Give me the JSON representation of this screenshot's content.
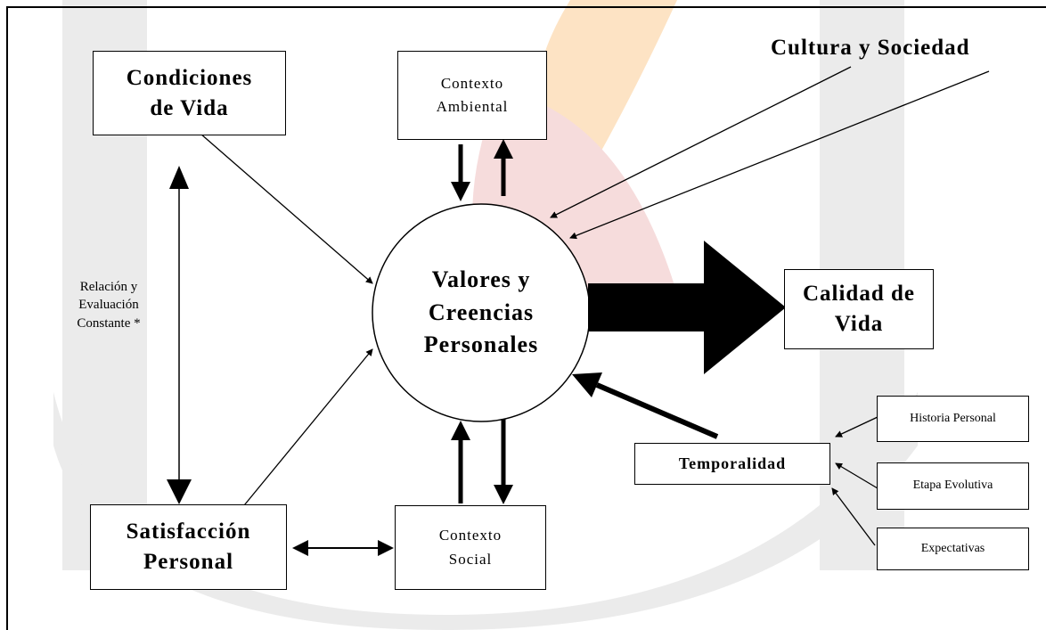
{
  "diagram": {
    "center": "Valores y\nCreencias\nPersonales",
    "nodes": {
      "condiciones_vida": "Condiciones\nde Vida",
      "contexto_ambiental": "Contexto\nAmbiental",
      "cultura_sociedad": "Cultura y Sociedad",
      "calidad_vida": "Calidad de\nVida",
      "satisfaccion_personal": "Satisfacción\nPersonal",
      "contexto_social": "Contexto\nSocial",
      "temporalidad": "Temporalidad",
      "historia_personal": "Historia Personal",
      "etapa_evolutiva": "Etapa Evolutiva",
      "expectativas": "Expectativas"
    },
    "relation_label": "Relación y\nEvaluación\nConstante *"
  },
  "colors": {
    "line": "#000000",
    "watermark_gray": "#ebebeb",
    "watermark_orange": "#fde3c4",
    "watermark_red": "#f6dcdc"
  }
}
